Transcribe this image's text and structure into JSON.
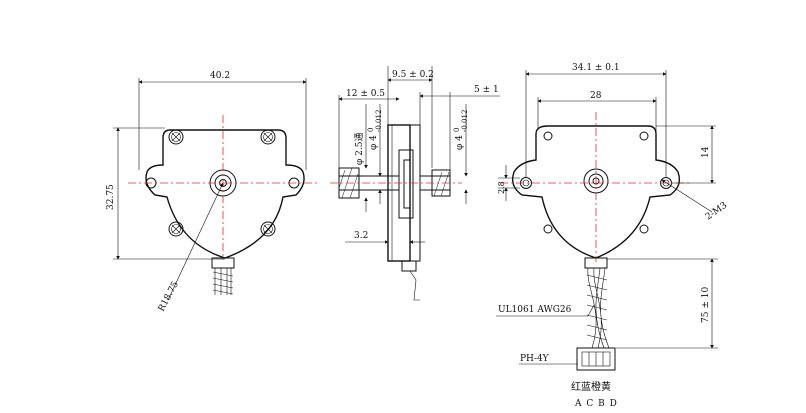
{
  "front_view": {
    "width": "40.2",
    "height": "32.75",
    "radius": "R18.75"
  },
  "side_view": {
    "total": "9.5 ± 0.2",
    "shaft_len": "12 ± 0.5",
    "boss": "5 ± 1",
    "dia_through": "φ 2.5通",
    "dia_shaft_left": "φ 4",
    "dia_shaft_right": "φ 4",
    "tol_upper": "0",
    "tol_lower": "-0.012",
    "gap": "3.2"
  },
  "rear_view": {
    "width": "34.1 ± 0.1",
    "hole_spacing": "28",
    "offset": "14",
    "step": "2.8",
    "holes": "2-M3",
    "cable_len": "75 ± 10",
    "cable": "UL1061 AWG26",
    "connector": "PH-4Y",
    "colors": "红蓝橙黄",
    "pins": "A C B D"
  }
}
